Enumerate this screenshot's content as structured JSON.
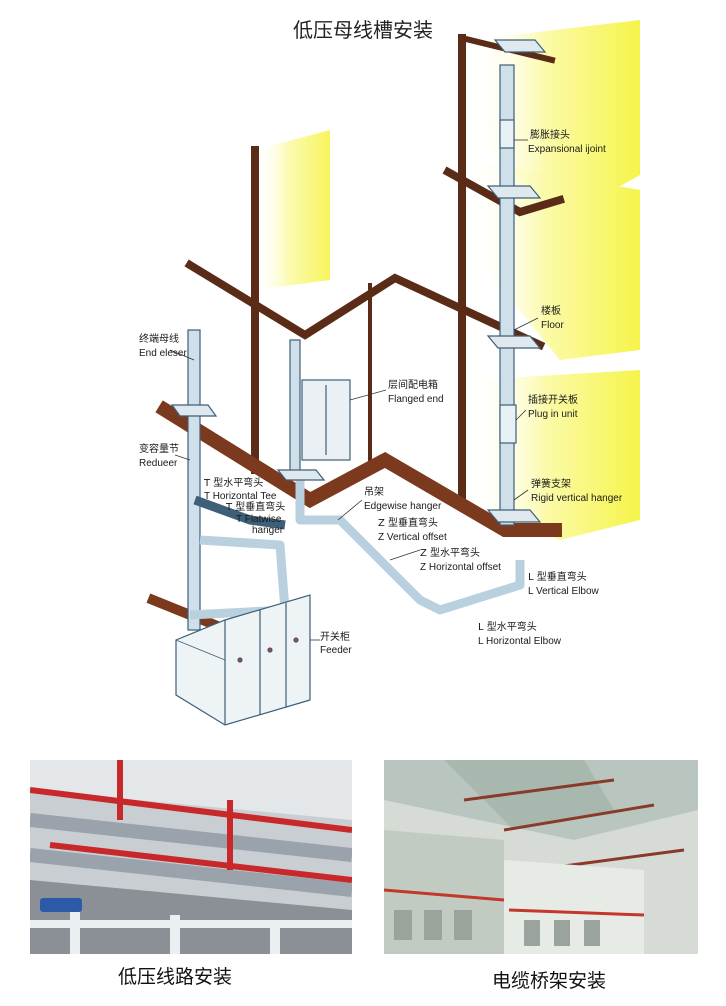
{
  "title": "低压母线槽安装",
  "labels": {
    "expansion_cn": "膨胀接头",
    "expansion_en": "Expansional ijoint",
    "floor_cn": "楼板",
    "floor_en": "Floor",
    "plugin_cn": "插接开关板",
    "plugin_en": "Plug in unit",
    "rigid_cn": "弹簧支架",
    "rigid_en": "Rigid vertical hanger",
    "end_cn": "终端母线",
    "end_en": "End eleser",
    "flanged_cn": "层间配电箱",
    "flanged_en": "Flanged end",
    "reducer_cn": "变容量节",
    "reducer_en": "Reduеer",
    "ht_cn": "T 型水平弯头",
    "ht_en": "T Horizontal Tee",
    "tv_cn": "T 型垂直弯头",
    "tv_en1": "T Flatwise",
    "tv_en2": "hanger",
    "hanger_cn": "吊架",
    "hanger_en": "Edgewise hanger",
    "zv_cn": "Z 型垂直弯头",
    "zv_en": "Z Vertical offset",
    "zh_cn": "Z 型水平弯头",
    "zh_en": "Z Horizontal offset",
    "lv_cn": "L 型垂直弯头",
    "lv_en": "L Vertical Elbow",
    "lh_cn": "L 型水平弯头",
    "lh_en": "L Horizontal Elbow",
    "feeder_cn": "开关柜",
    "feeder_en": "Feeder"
  },
  "captions": {
    "left": "低压线路安装",
    "right": "电缆桥架安装"
  }
}
